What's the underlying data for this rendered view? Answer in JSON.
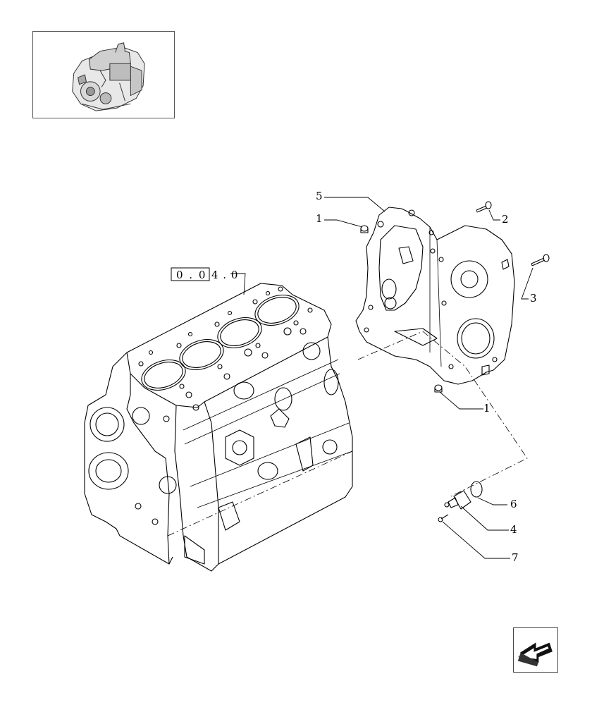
{
  "thumbnail": {
    "icon": "engine-icon"
  },
  "reference": {
    "boxed": "0 . 0",
    "suffix": "4 . 0"
  },
  "callouts": [
    {
      "id": "callout-5",
      "label": "5"
    },
    {
      "id": "callout-1-top",
      "label": "1"
    },
    {
      "id": "callout-2",
      "label": "2"
    },
    {
      "id": "callout-3",
      "label": "3"
    },
    {
      "id": "callout-1-bottom",
      "label": "1"
    },
    {
      "id": "callout-6",
      "label": "6"
    },
    {
      "id": "callout-4",
      "label": "4"
    },
    {
      "id": "callout-7",
      "label": "7"
    }
  ],
  "navigation": {
    "icon": "previous-page-arrow-icon"
  }
}
